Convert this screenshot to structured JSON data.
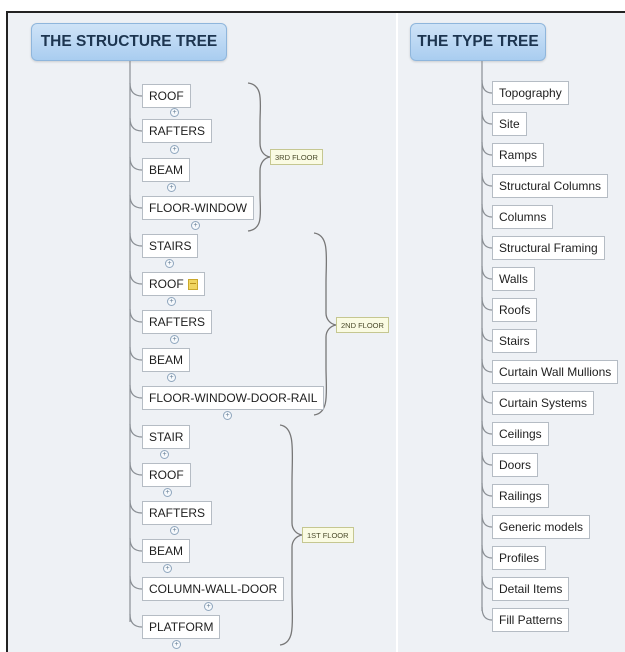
{
  "structure_tree": {
    "title": "THE STRUCTURE TREE",
    "nodes": [
      {
        "label": "ROOF"
      },
      {
        "label": "RAFTERS"
      },
      {
        "label": "BEAM"
      },
      {
        "label": "FLOOR-WINDOW"
      },
      {
        "label": "STAIRS"
      },
      {
        "label": "ROOF",
        "note_icon": "note-icon"
      },
      {
        "label": "RAFTERS"
      },
      {
        "label": "BEAM"
      },
      {
        "label": "FLOOR-WINDOW-DOOR-RAIL"
      },
      {
        "label": "STAIR"
      },
      {
        "label": "ROOF"
      },
      {
        "label": "RAFTERS"
      },
      {
        "label": "BEAM"
      },
      {
        "label": "COLUMN-WALL-DOOR"
      },
      {
        "label": "PLATFORM"
      }
    ],
    "groups": [
      {
        "label": "3RD FLOOR"
      },
      {
        "label": "2ND FLOOR"
      },
      {
        "label": "1ST FLOOR"
      }
    ]
  },
  "type_tree": {
    "title": "THE TYPE TREE",
    "nodes": [
      "Topography",
      "Site",
      "Ramps",
      "Structural Columns",
      "Columns",
      "Structural Framing",
      "Walls",
      "Roofs",
      "Stairs",
      "Curtain Wall Mullions",
      "Curtain Systems",
      "Ceilings",
      "Doors",
      "Railings",
      "Generic models",
      "Profiles",
      "Detail Items",
      "Fill Patterns"
    ]
  },
  "colors": {
    "panel": "#eef1f5",
    "title_fill": "#bcd8f4",
    "connector": "#8a8f95",
    "bracket": "#777777",
    "floor_label_fill": "#fafbe3"
  }
}
